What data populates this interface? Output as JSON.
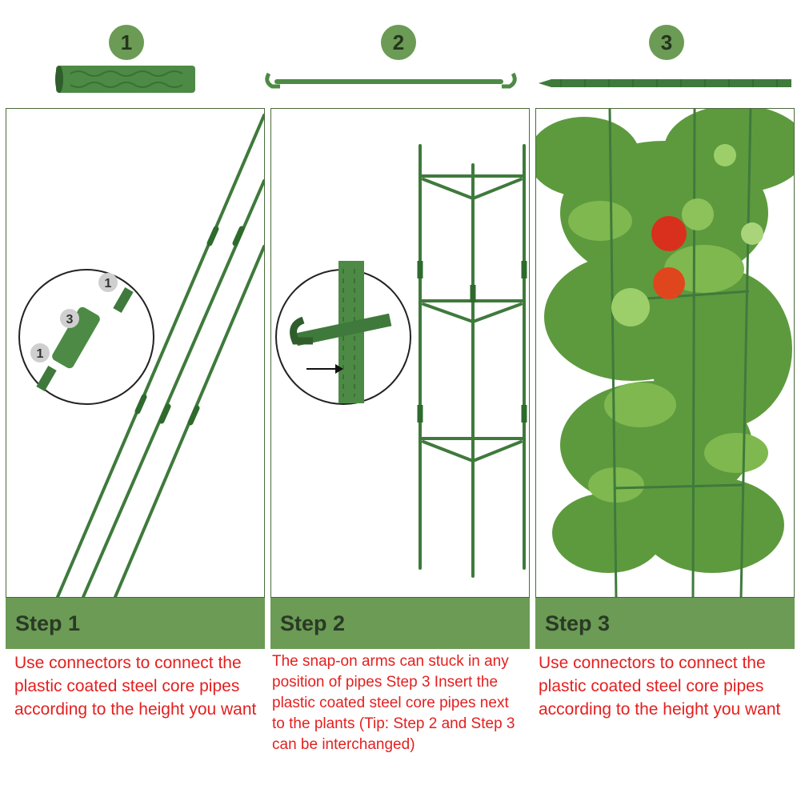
{
  "badges": {
    "one": "1",
    "two": "2",
    "three": "3"
  },
  "parts": {
    "connector": "connector-part",
    "arm": "snap-arm-part",
    "pipe": "stake-pipe-part"
  },
  "zoom_labels": {
    "top": "1",
    "middle": "3",
    "bottom": "1"
  },
  "steps": [
    {
      "label": "Step 1",
      "text": "Use connectors to connect the plastic coated steel core pipes according to the height you want"
    },
    {
      "label": "Step 2",
      "text": "The snap-on arms can stuck in any position of pipes Step 3 Insert the plastic coated steel core pipes next to the plants (Tip: Step 2 and Step 3 can be interchanged)"
    },
    {
      "label": "Step 3",
      "text": "Use connectors to connect the plastic coated steel core pipes according to the height you want"
    }
  ],
  "colors": {
    "accent_green": "#6b9b55",
    "stake_green": "#3f7a3c",
    "text_red": "#e41f1f",
    "tomato_red": "#d8301c"
  }
}
